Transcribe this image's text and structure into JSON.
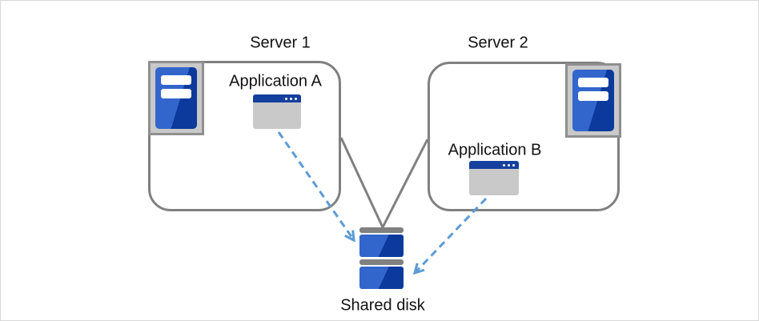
{
  "diagram": {
    "type": "cluster-shared-disk-architecture",
    "nodes": {
      "server1": {
        "label": "Server 1",
        "icon": "server-tower-icon"
      },
      "server2": {
        "label": "Server 2",
        "icon": "server-tower-icon"
      },
      "app_a": {
        "label": "Application A",
        "icon": "app-window-icon"
      },
      "app_b": {
        "label": "Application B",
        "icon": "app-window-icon"
      },
      "shared_disk": {
        "label": "Shared disk",
        "icon": "disk-stack-icon"
      }
    },
    "connections": [
      {
        "from": "server1",
        "to": "shared_disk",
        "style": "solid-gray-line"
      },
      {
        "from": "server2",
        "to": "shared_disk",
        "style": "solid-gray-line"
      },
      {
        "from": "app_a",
        "to": "shared_disk",
        "style": "dashed-blue-arrow"
      },
      {
        "from": "app_b",
        "to": "shared_disk",
        "style": "dashed-blue-arrow"
      }
    ],
    "colors": {
      "connector_gray": "#808080",
      "arrow_blue": "#5b9bd5",
      "icon_blue_light": "#3366cc",
      "icon_blue_dark": "#0b3a9c",
      "titlebar_blue": "#16409e",
      "icon_body_gray": "#c9c9c9",
      "icon_frame_gray": "#8f8f8f",
      "canvas_border": "#d9d9d9",
      "background": "#ffffff",
      "text": "#111111"
    }
  }
}
